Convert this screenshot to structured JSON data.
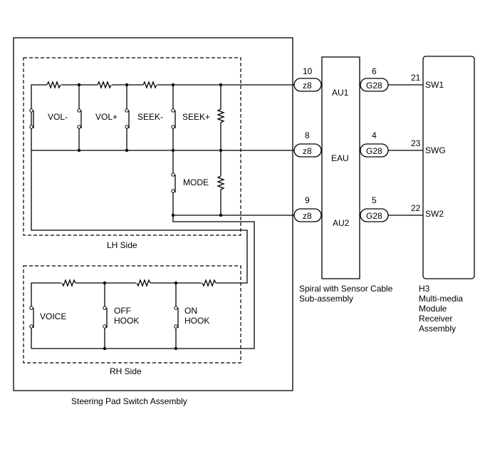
{
  "steering_pad": {
    "title": "Steering Pad Switch Assembly",
    "lh_side_label": "LH Side",
    "rh_side_label": "RH Side",
    "switches": {
      "vol_minus": "VOL-",
      "vol_plus": "VOL+",
      "seek_minus": "SEEK-",
      "seek_plus": "SEEK+",
      "mode": "MODE",
      "voice": "VOICE",
      "off_hook_line1": "OFF",
      "off_hook_line2": "HOOK",
      "on_hook_line1": "ON",
      "on_hook_line2": "HOOK"
    }
  },
  "spiral_cable": {
    "label_line1": "Spiral with Sensor Cable",
    "label_line2": "Sub-assembly",
    "signals": [
      "AU1",
      "EAU",
      "AU2"
    ]
  },
  "receiver": {
    "label_lines": [
      "H3",
      "Multi-media",
      "Module",
      "Receiver",
      "Assembly"
    ],
    "pins": [
      "SW1",
      "SWG",
      "SW2"
    ]
  },
  "lines": [
    {
      "left_pin": "10",
      "left_connector": "z8",
      "signal": "AU1",
      "right_pin": "6",
      "right_connector": "G28",
      "receiver_pin": "21",
      "receiver_signal": "SW1"
    },
    {
      "left_pin": "8",
      "left_connector": "z8",
      "signal": "EAU",
      "right_pin": "4",
      "right_connector": "G28",
      "receiver_pin": "23",
      "receiver_signal": "SWG"
    },
    {
      "left_pin": "9",
      "left_connector": "z8",
      "signal": "AU2",
      "right_pin": "5",
      "right_connector": "G28",
      "receiver_pin": "22",
      "receiver_signal": "SW2"
    }
  ]
}
